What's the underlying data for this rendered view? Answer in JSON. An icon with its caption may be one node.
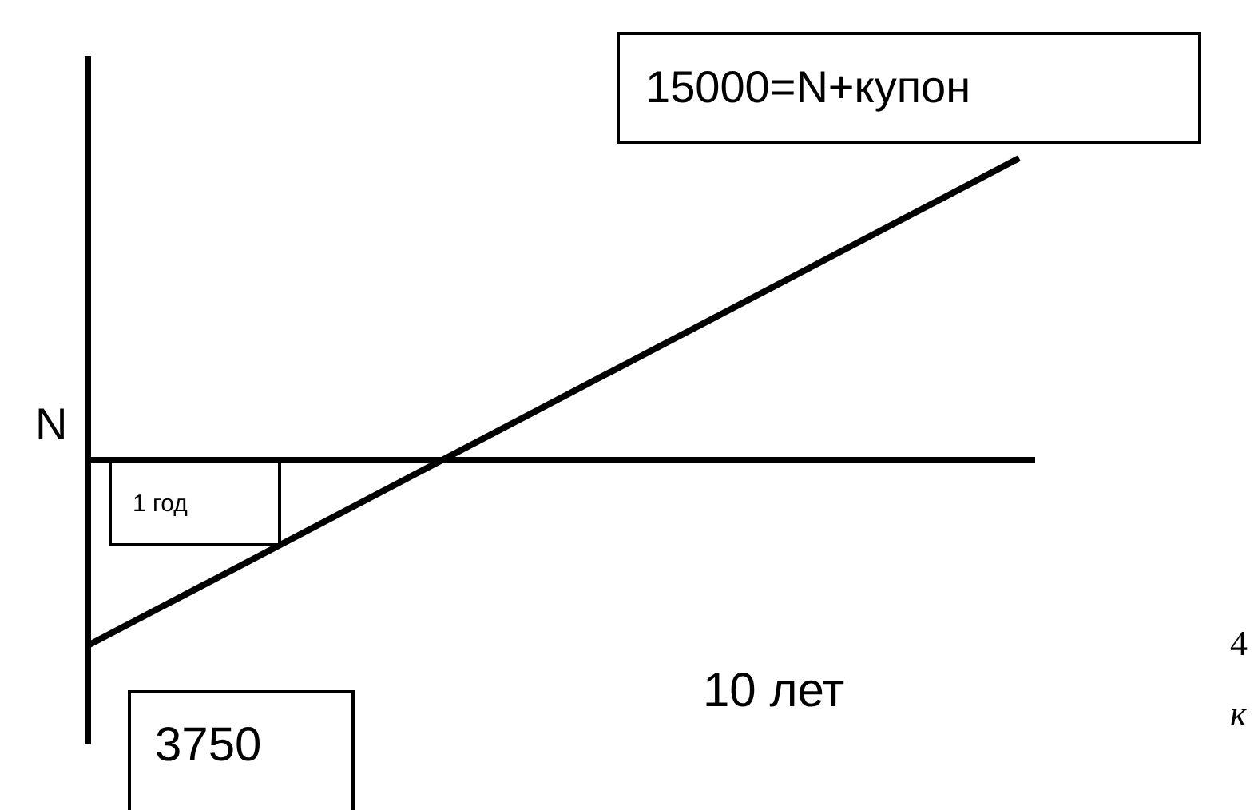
{
  "diagram": {
    "nodes": [
      {
        "text": [
          "15000=N+купон"
        ]
      },
      {
        "text": [
          "1 год"
        ]
      },
      {
        "text": [
          "3750"
        ]
      }
    ],
    "labels": [
      "N",
      "4",
      "к",
      "10 лет"
    ]
  }
}
